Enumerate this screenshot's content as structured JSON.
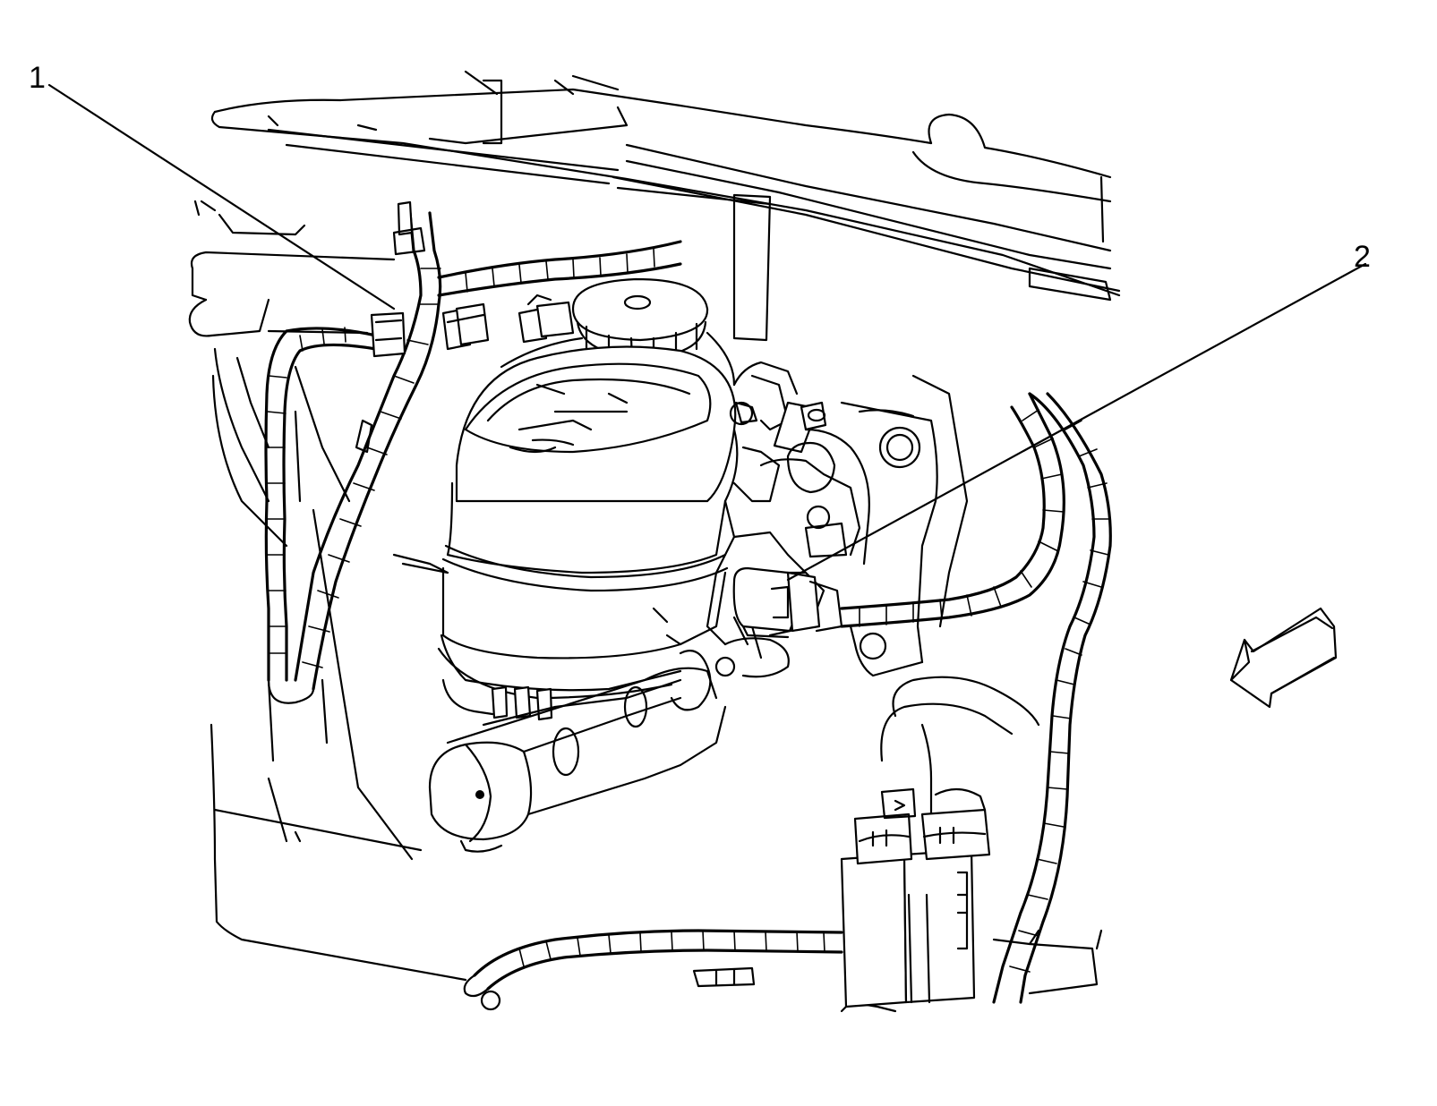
{
  "diagram": {
    "callouts": [
      {
        "id": "callout-1",
        "label": "1"
      },
      {
        "id": "callout-2",
        "label": "2"
      }
    ],
    "direction_indicator": "front-arrow-icon",
    "line_color": "#000000",
    "background_color": "#ffffff"
  }
}
